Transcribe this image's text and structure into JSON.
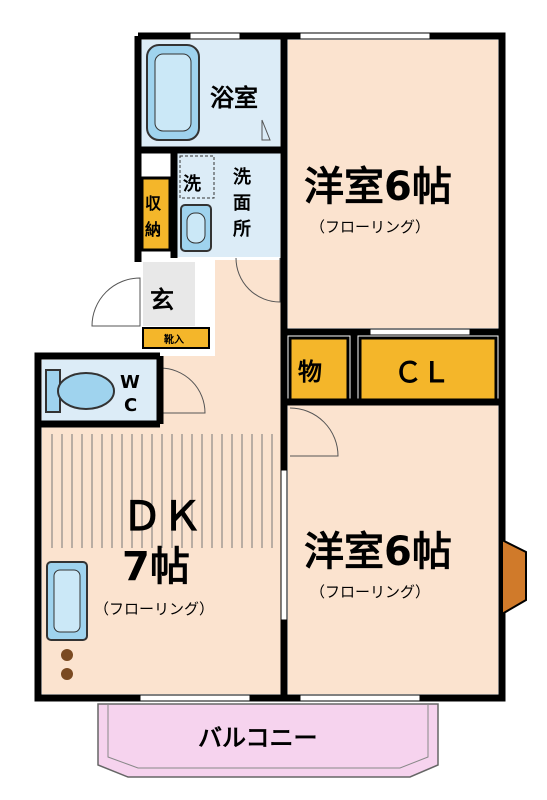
{
  "rooms": {
    "bath": "浴室",
    "washer": "洗",
    "washroom_line1": "洗",
    "washroom_line2": "面",
    "washroom_line3": "所",
    "storage_line1": "収",
    "storage_line2": "納",
    "entrance": "玄",
    "shoe_box": "靴入",
    "wc_line1": "W",
    "wc_line2": "C",
    "western_top_name": "洋室6帖",
    "western_top_floor": "（フローリング）",
    "storeroom": "物",
    "closet": "ＣＬ",
    "western_bottom_name": "洋室6帖",
    "western_bottom_floor": "（フローリング）",
    "dk_line1": "ＤＫ",
    "dk_line2": "7帖",
    "dk_floor": "（フローリング）",
    "balcony": "バルコニー"
  },
  "colors": {
    "wall": "#000000",
    "room_floor": "#fbe3cf",
    "wet_area": "#dcecf7",
    "fixture": "#9fd3ee",
    "storage": "#f4b62a",
    "balcony": "#f6d3ee",
    "entrance": "#e8e8e8",
    "stove": "#7a4a22",
    "window_frame": "#d07a2a"
  },
  "icons": [
    "bathtub-icon",
    "washbasin-icon",
    "toilet-icon",
    "kitchen-sink-icon",
    "stove-burner-icon",
    "door-swing-icon"
  ]
}
